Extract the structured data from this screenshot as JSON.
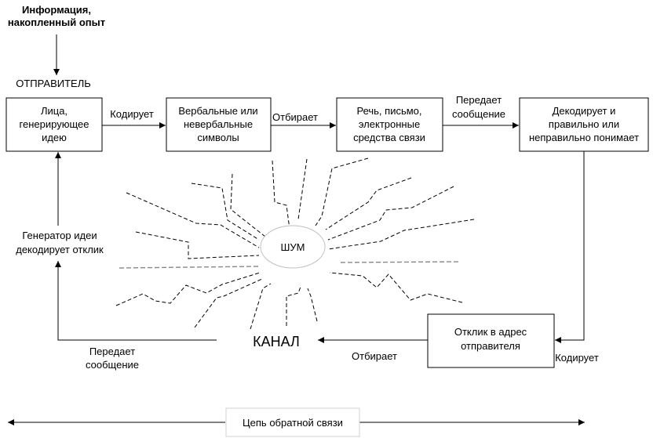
{
  "source": {
    "line1": "Информация,",
    "line2": "накопленный опыт"
  },
  "sender_label": "ОТПРАВИТЕЛЬ",
  "boxes": {
    "idea": [
      "Лица,",
      "генерирующее",
      "идею"
    ],
    "symbols": [
      "Вербальные или",
      "невербальные",
      "символы"
    ],
    "media": [
      "Речь, письмо,",
      "электронные",
      "средства связи"
    ],
    "decode": [
      "Декодирует и",
      "правильно или",
      "неправильно понимает"
    ],
    "response": [
      "Отклик в адрес",
      "отправителя"
    ]
  },
  "arrows": {
    "encodes_top": "Кодирует",
    "selects_top": "Отбирает",
    "transmits_top": [
      "Передает",
      "сообщение"
    ],
    "encodes_bottom": "Кодирует",
    "selects_bottom": "Отбирает",
    "transmits_bottom": [
      "Передает",
      "сообщение"
    ],
    "idea_generator": [
      "Генератор идеи",
      "декодирует отклик"
    ]
  },
  "noise_label": "ШУМ",
  "channel_label": "КАНАЛ",
  "feedback_label": "Цепь обратной связи"
}
